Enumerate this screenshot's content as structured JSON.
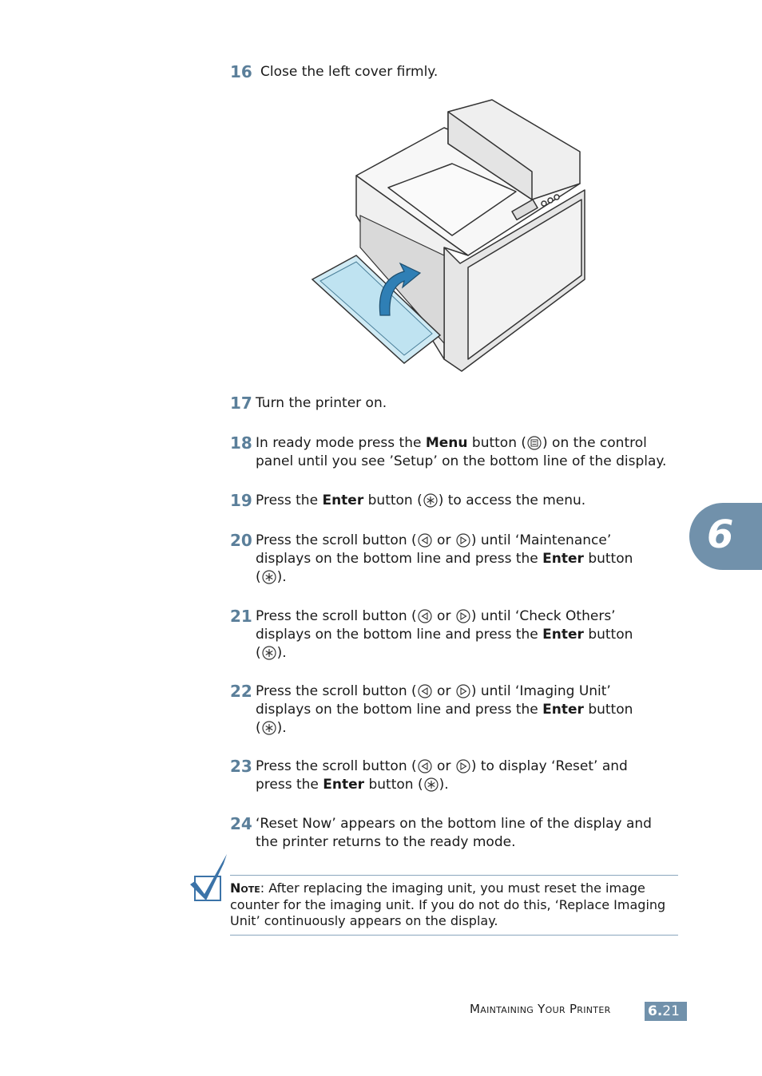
{
  "chapter_tab": "6",
  "steps": [
    {
      "num": "16",
      "text": "Close the left cover firmly."
    },
    {
      "num": "17",
      "text": "Turn the printer on."
    },
    {
      "num": "18",
      "pre": "In ready mode press the ",
      "bold": "Menu",
      "mid": " button (",
      "post": ") on the control",
      "line2": "panel until you see ’Setup’ on the bottom line of the display."
    },
    {
      "num": "19",
      "pre": "Press the ",
      "bold": "Enter",
      "mid": " button (",
      "post": ") to access the menu."
    },
    {
      "num": "20",
      "pre": "Press the scroll button (",
      "or": " or ",
      "post": ") until ‘Maintenance’",
      "line2pre": "displays on the bottom line and press the ",
      "bold": "Enter",
      "line2post": " button",
      "line3pre": "(",
      "line3post": ")."
    },
    {
      "num": "21",
      "pre": "Press the scroll button (",
      "or": " or ",
      "post": ") until ‘Check Others’",
      "line2pre": "displays on the bottom line and press the ",
      "bold": "Enter",
      "line2post": " button",
      "line3pre": "(",
      "line3post": ")."
    },
    {
      "num": "22",
      "pre": "Press the scroll button (",
      "or": " or ",
      "post": ") until ‘Imaging Unit’",
      "line2pre": "displays on the bottom line and press the ",
      "bold": "Enter",
      "line2post": " button",
      "line3pre": "(",
      "line3post": ")."
    },
    {
      "num": "23",
      "pre": "Press the scroll button (",
      "or": " or ",
      "post": ") to display ‘Reset’ and",
      "line2pre": "press the ",
      "bold": "Enter",
      "line2post": " button (",
      "line2end": ")."
    },
    {
      "num": "24",
      "text": "‘Reset Now’ appears on the bottom line of the display and",
      "line2": "the printer returns to the ready mode."
    }
  ],
  "note": {
    "label": "Note",
    "text": ": After replacing the imaging unit, you must reset the image counter for the imaging unit. If you do not do this, ‘Replace Imaging Unit’ continuously appears on the display."
  },
  "footer": {
    "title": "Maintaining Your Printer",
    "page_chapter": "6.",
    "page_number": "21"
  },
  "icons": {
    "menu": "menu-button-icon",
    "enter": "enter-button-icon",
    "scroll_left": "scroll-left-icon",
    "scroll_right": "scroll-right-icon",
    "note": "checkmark-icon"
  },
  "colors": {
    "accent": "#7191ab",
    "step_number": "#5b7f9a"
  }
}
